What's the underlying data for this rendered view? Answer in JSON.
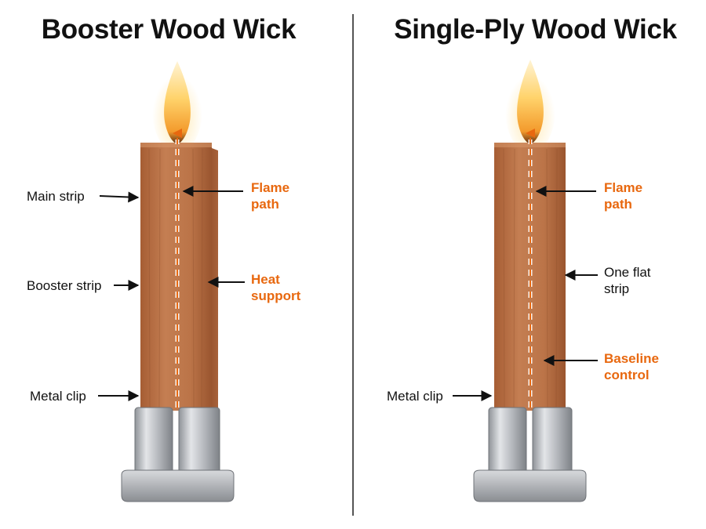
{
  "left_panel": {
    "title": "Booster Wood Wick",
    "labels": {
      "main_strip": "Main strip",
      "booster_strip": "Booster strip",
      "metal_clip": "Metal clip",
      "flame_path": [
        "Flame",
        "path"
      ],
      "heat_support": [
        "Heat",
        "support"
      ]
    }
  },
  "right_panel": {
    "title": "Single-Ply Wood Wick",
    "labels": {
      "metal_clip": "Metal clip",
      "flame_path": [
        "Flame",
        "path"
      ],
      "one_flat_strip": [
        "One flat",
        "strip"
      ],
      "baseline_control": [
        "Baseline",
        "control"
      ]
    }
  },
  "colors": {
    "accent": "#e8680f",
    "wood": "#b86f44",
    "metal": "#b9bcc0",
    "text": "#111111"
  }
}
